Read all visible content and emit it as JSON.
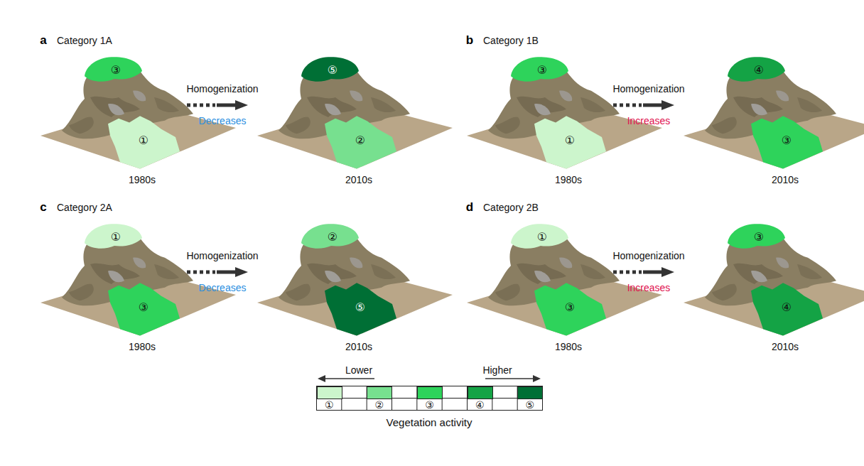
{
  "diagram": {
    "labels": [
      "a",
      "Category 1A",
      "Homogenization",
      "Decreases",
      "③",
      "①",
      "⑤",
      "②",
      "1980s",
      "2010s",
      "b",
      "Category 1B",
      "Homogenization",
      "Increases",
      "③",
      "①",
      "④",
      "③",
      "1980s",
      "2010s",
      "c",
      "Category 2A",
      "Homogenization",
      "Decreases",
      "①",
      "③",
      "②",
      "⑤",
      "1980s",
      "2010s",
      "d",
      "Category 2B",
      "Homogenization",
      "Increases",
      "①",
      "③",
      "③",
      "④",
      "1980s",
      "2010s",
      "Lower",
      "Higher",
      "Vegetation activity"
    ],
    "legend": [
      {
        "text": "①",
        "color": "#ccf5cc"
      },
      {
        "text": "②",
        "color": "#77e08f"
      },
      {
        "text": "③",
        "color": "#2ed35b"
      },
      {
        "text": "④",
        "color": "#14a345"
      },
      {
        "text": "⑤",
        "color": "#006f35"
      }
    ]
  }
}
